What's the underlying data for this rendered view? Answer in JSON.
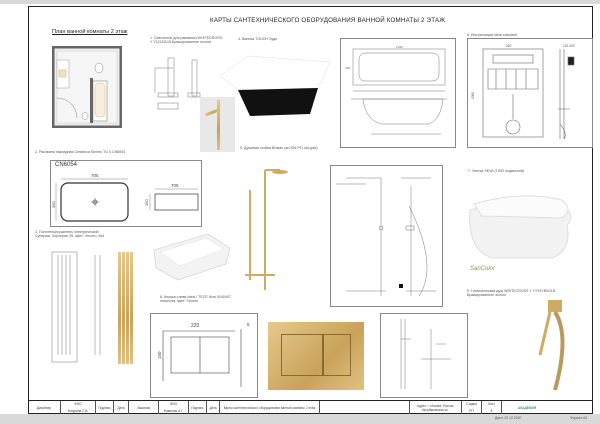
{
  "title": "КАРТЫ САНТЕХНИЧЕСКОГО ОБОРУДОВАНИЯ ВАННОЙ КОМНАТЫ 2 ЭТАЖ",
  "plan_title": "План ванной комнаты 2 этаж",
  "items": [
    "1. Смеситель для раковины WHITECROSS Y Y1215GLB Брашированное золото",
    "2. Раковина накладная Ceramica Simmo TG 5 CN6054",
    "3. Полотенцесушитель электрический Сунержа, Хорсерия 3S, цвет: Золото, 6x4",
    "4. Ванная TOUCH Чудо",
    "5. Душевая стойка Bristan (art.SW-PD-nal gold)",
    "6. Инсталляция Ideal standard",
    "7. Унитаз SEVA (TX00 подвесной)",
    "8. Кнопка слива Ideal / TECE Now 9240407, позолота, цвет: Золото",
    "9. Гигиенический душ WHITECROSS Y Y1Y5YB2GLB Брашированное золото"
  ],
  "sink": {
    "model": "CN6054",
    "width": "705",
    "depth": "360",
    "side_width": "705",
    "height": "150"
  },
  "flush": {
    "width": "220",
    "height": "150",
    "depth": "5"
  },
  "bath": {
    "length": "1700",
    "width": "700"
  },
  "install": {
    "width": "520",
    "side": "120-200",
    "height": "1085"
  },
  "brand_logo": "SanColor",
  "title_block": {
    "fio": "ФИО",
    "sign": "Подпись",
    "date": "Дата",
    "role1": "Дизайнер",
    "name1": "Кокурина С.В.",
    "role2": "Заказчик",
    "name2": "Фамилия А.Г.",
    "sheet_name": "Карты сантехнического оборудования ванной комнаты 2 этаж",
    "address": "Адрес: г. Москва, Россия, Щербаковская ул.",
    "stage_label": "Стадия",
    "stage": "РП",
    "sheet_label": "Лист",
    "sheet": "8",
    "logo": "АКАДЕМИЯ",
    "date_label": "Дата: 22.12.2020",
    "format": "Формат А3"
  }
}
